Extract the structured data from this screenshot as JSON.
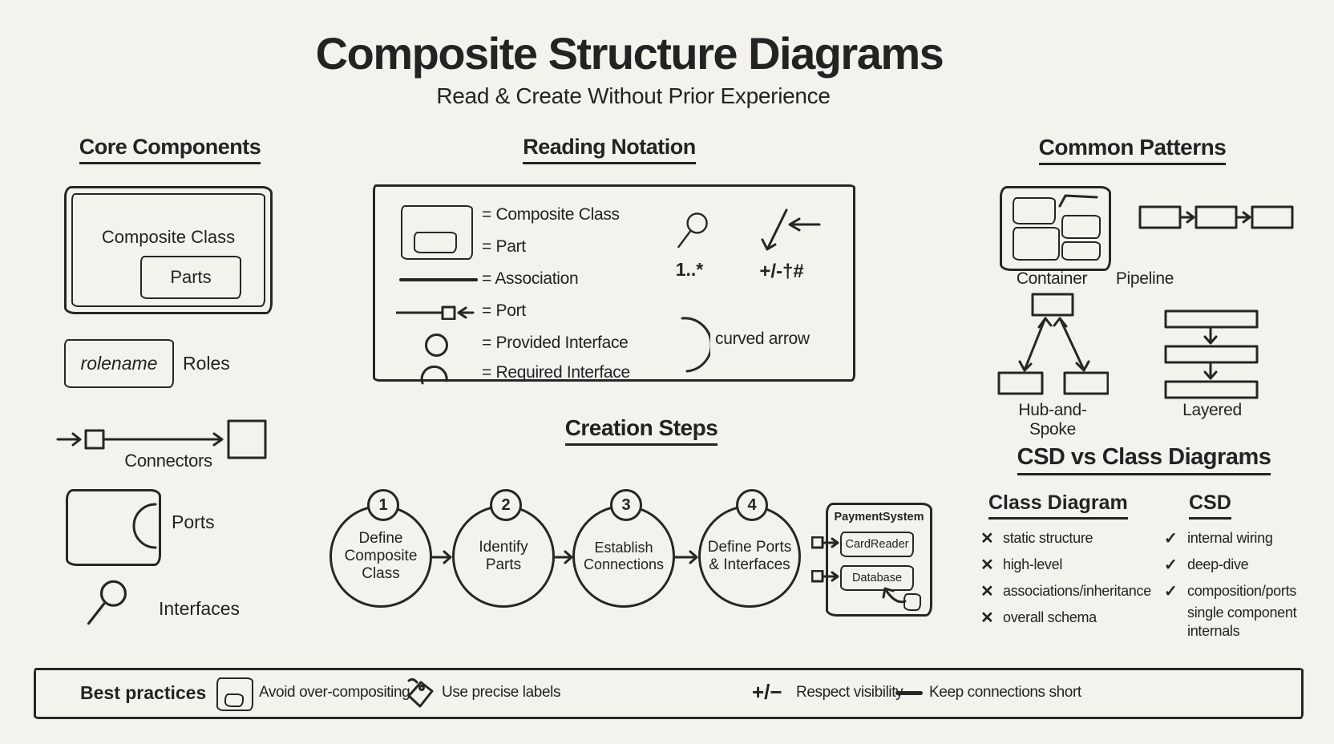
{
  "title": "Composite Structure Diagrams",
  "subtitle": "Read & Create Without Prior Experience",
  "core": {
    "heading": "Core Components",
    "composite_class": "Composite Class",
    "parts": "Parts",
    "rolename": "rolename",
    "roles": "Roles",
    "connectors": "Connectors",
    "ports": "Ports",
    "interfaces": "Interfaces"
  },
  "notation": {
    "heading": "Reading Notation",
    "composite_class": "= Composite Class",
    "part": "= Part",
    "association": "= Association",
    "port": "= Port",
    "provided": "= Provided Interface",
    "required": "= Required Interface",
    "multiplicity": "1..*",
    "visibility": "+/-†#",
    "curved_arrow": "curved arrow"
  },
  "steps": {
    "heading": "Creation Steps",
    "items": [
      {
        "num": "1",
        "label": "Define Composite Class"
      },
      {
        "num": "2",
        "label": "Identify Parts"
      },
      {
        "num": "3",
        "label": "Establish Connections"
      },
      {
        "num": "4",
        "label": "Define Ports & Interfaces"
      }
    ],
    "example": {
      "title": "PaymentSystem",
      "part1": "CardReader",
      "part2": "Database"
    }
  },
  "patterns": {
    "heading": "Common Patterns",
    "container": "Container",
    "pipeline": "Pipeline",
    "hub": "Hub-and-Spoke",
    "layered": "Layered"
  },
  "compare": {
    "heading": "CSD vs Class Diagrams",
    "left_heading": "Class Diagram",
    "right_heading": "CSD",
    "left_items": [
      "static structure",
      "high-level",
      "associations/inheritance",
      "overall schema"
    ],
    "right_items": [
      "internal wiring",
      "deep-dive",
      "composition/ports"
    ],
    "right_note": "single component internals"
  },
  "practices": {
    "heading": "Best practices",
    "item1": "Avoid over-compositing",
    "item2": "Use precise labels",
    "item3": "Respect visibility",
    "item4": "Keep connections short",
    "visibility_symbol": "+/−"
  },
  "icons": {
    "x": "✕",
    "check": "✓"
  },
  "colors": {
    "paper": "#f4f2ec",
    "ink": "#262626"
  }
}
